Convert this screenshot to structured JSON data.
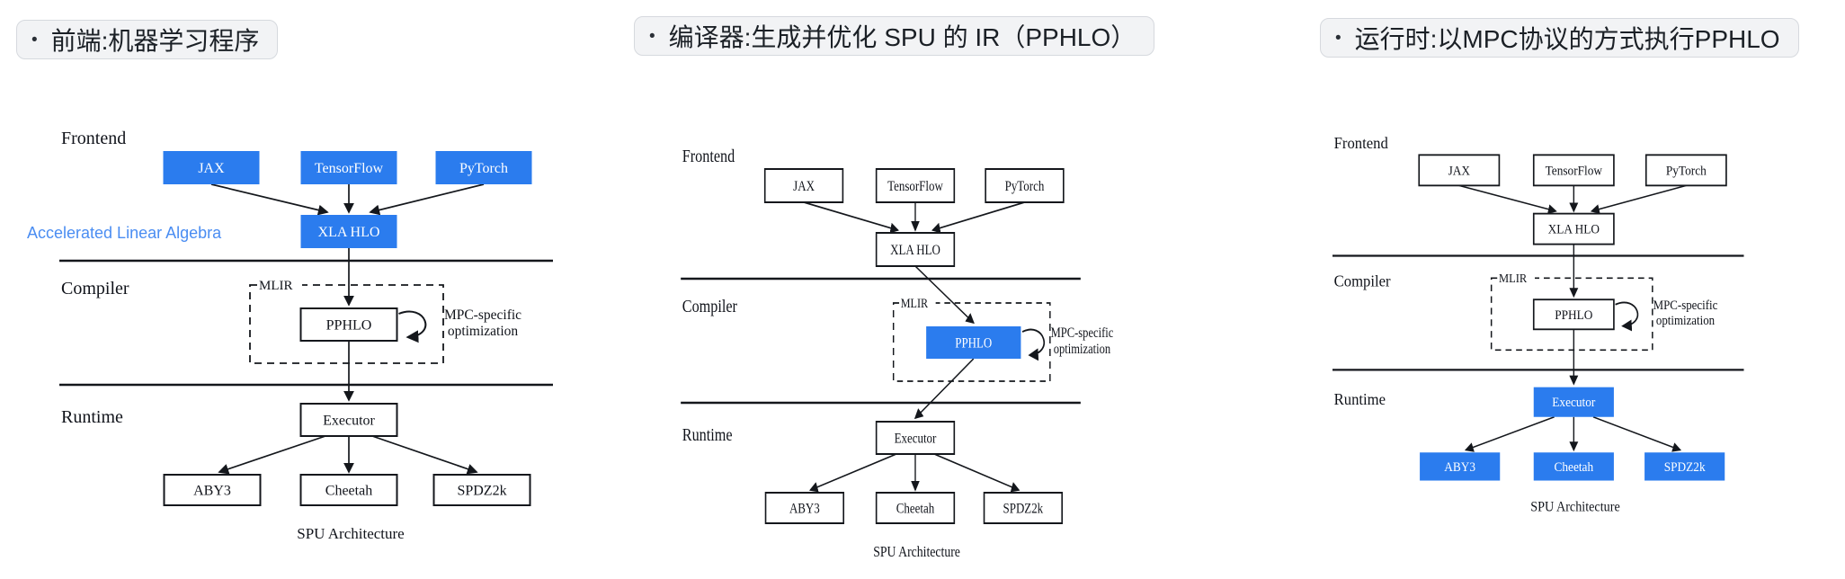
{
  "colors": {
    "highlight_blue": "#2b7cee",
    "note_blue": "#4a8df2",
    "header_bg": "#f2f3f5"
  },
  "bullet_glyph": "•",
  "panels": [
    {
      "header": "前端:机器学习程序",
      "note": "Accelerated Linear Algebra",
      "highlighted": [
        "jax",
        "tensorflow",
        "pytorch",
        "xla"
      ]
    },
    {
      "header": "编译器:生成并优化 SPU 的 IR（PPHLO）",
      "highlighted": [
        "pphlo"
      ]
    },
    {
      "header": "运行时:以MPC协议的方式执行PPHLO",
      "highlighted": [
        "executor",
        "aby3",
        "cheetah",
        "spdz2k"
      ]
    }
  ],
  "diagram": {
    "sections": {
      "frontend": "Frontend",
      "compiler": "Compiler",
      "runtime": "Runtime"
    },
    "boxes": {
      "jax": "JAX",
      "tensorflow": "TensorFlow",
      "pytorch": "PyTorch",
      "xla": "XLA HLO",
      "pphlo": "PPHLO",
      "executor": "Executor",
      "aby3": "ABY3",
      "cheetah": "Cheetah",
      "spdz2k": "SPDZ2k"
    },
    "mlir_label": "MLIR",
    "loop_annotation": [
      "MPC-specific",
      "optimization"
    ],
    "caption": "SPU Architecture"
  }
}
